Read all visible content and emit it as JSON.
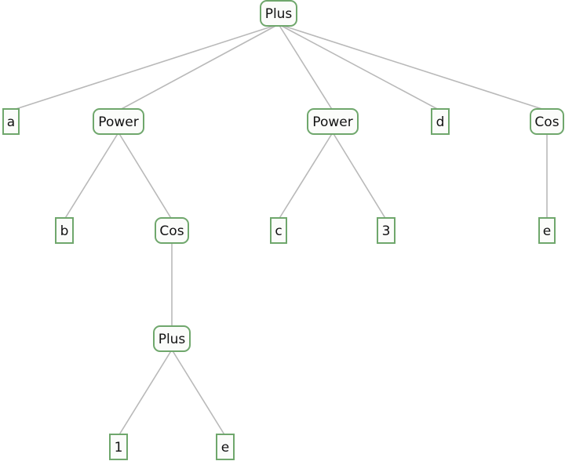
{
  "tree": {
    "nodes": [
      {
        "id": "n0",
        "label": "Plus",
        "kind": "operator"
      },
      {
        "id": "n1",
        "label": "a",
        "kind": "leaf"
      },
      {
        "id": "n2",
        "label": "Power",
        "kind": "operator"
      },
      {
        "id": "n3",
        "label": "Power",
        "kind": "operator"
      },
      {
        "id": "n4",
        "label": "d",
        "kind": "leaf"
      },
      {
        "id": "n5",
        "label": "Cos",
        "kind": "operator"
      },
      {
        "id": "n6",
        "label": "b",
        "kind": "leaf"
      },
      {
        "id": "n7",
        "label": "Cos",
        "kind": "operator"
      },
      {
        "id": "n8",
        "label": "c",
        "kind": "leaf"
      },
      {
        "id": "n9",
        "label": "3",
        "kind": "leaf"
      },
      {
        "id": "n10",
        "label": "e",
        "kind": "leaf"
      },
      {
        "id": "n11",
        "label": "Plus",
        "kind": "operator"
      },
      {
        "id": "n12",
        "label": "1",
        "kind": "leaf"
      },
      {
        "id": "n13",
        "label": "e",
        "kind": "leaf"
      }
    ],
    "edges": [
      [
        "n0",
        "n1"
      ],
      [
        "n0",
        "n2"
      ],
      [
        "n0",
        "n3"
      ],
      [
        "n0",
        "n4"
      ],
      [
        "n0",
        "n5"
      ],
      [
        "n2",
        "n6"
      ],
      [
        "n2",
        "n7"
      ],
      [
        "n3",
        "n8"
      ],
      [
        "n3",
        "n9"
      ],
      [
        "n5",
        "n10"
      ],
      [
        "n7",
        "n11"
      ],
      [
        "n11",
        "n12"
      ],
      [
        "n11",
        "n13"
      ]
    ],
    "colors": {
      "node_border": "#6fa76c",
      "node_fill": "#fbfcfa",
      "edge": "#b9b9b9",
      "text": "#111111"
    }
  }
}
